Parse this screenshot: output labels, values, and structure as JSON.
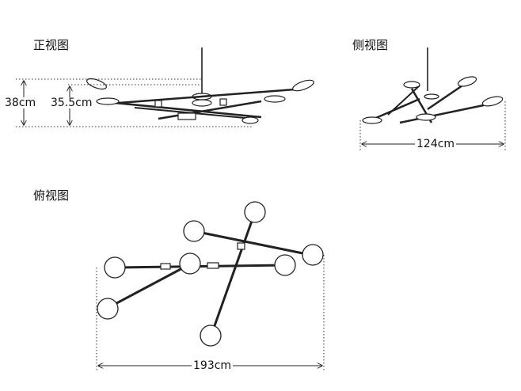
{
  "views": {
    "front": "正视图",
    "side": "侧视图",
    "top": "俯视图"
  },
  "dimensions": {
    "total_height": "38cm",
    "body_height": "35.5cm",
    "side_width": "124cm",
    "top_width": "193cm"
  },
  "colors": {
    "line": "#222222",
    "dotted": "#333333"
  }
}
